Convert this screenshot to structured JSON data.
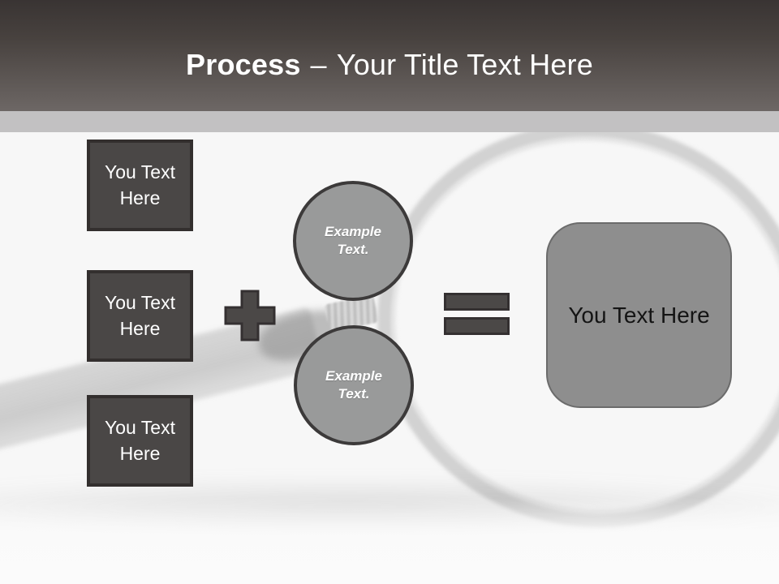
{
  "slide_title": {
    "keyword": "Process",
    "dash": "–",
    "rest": "Your Title Text Here"
  },
  "input_boxes": [
    {
      "label": "You Text Here"
    },
    {
      "label": "You Text Here"
    },
    {
      "label": "You Text Here"
    }
  ],
  "example_circles": [
    {
      "label": "Example Text."
    },
    {
      "label": "Example Text."
    }
  ],
  "result_box": {
    "label": "You Text Here"
  },
  "operators": {
    "plus": "+",
    "equals": "="
  },
  "background": {
    "decoration": "grayscale magnifying glass photo with handle and soft shadow"
  },
  "colors": {
    "header_gradient_top": "#393433",
    "header_gradient_bottom": "#6d6765",
    "divider_strip": "#c2c1c2",
    "content_background": "#f7f7f7",
    "input_box_fill": "#4a4746",
    "input_box_border": "#332f2e",
    "input_box_text": "#ffffff",
    "circle_fill": "#999a9a",
    "circle_border": "#3c3a3a",
    "circle_text": "#ffffff",
    "operator_fill": "#4b4847",
    "operator_border": "#343031",
    "result_fill": "#8e8e8e",
    "result_border": "#6b6b6b",
    "result_text": "#141414",
    "title_text": "#ffffff",
    "lens_ring": "#adadad"
  }
}
